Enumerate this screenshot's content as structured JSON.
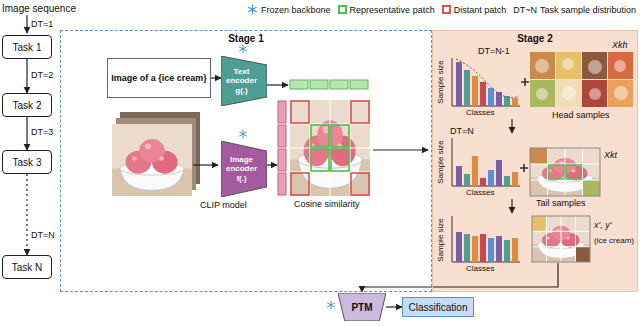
{
  "diagram": {
    "nodes": [
      {
        "text": [
          "Task 1"
        ]
      },
      {
        "text": [
          "Task 2"
        ]
      },
      {
        "text": [
          "Task 3"
        ]
      },
      {
        "text": [
          "Task N"
        ]
      },
      {
        "text": [
          "Stage 1"
        ]
      },
      {
        "text": [
          "Image of a {ice cream}"
        ],
        "in": 4
      },
      {
        "text": [
          "Text encoder g(.)"
        ],
        "in": 4
      },
      {
        "text": [
          "Image encoder f(.)"
        ],
        "in": 4
      },
      {
        "text": [
          "Stage 2"
        ]
      },
      {
        "text": [
          "PTM"
        ]
      },
      {
        "text": [
          "Classification"
        ]
      }
    ],
    "edges": [
      {
        "from": 0,
        "to": 1,
        "arrow": "to"
      },
      {
        "from": 1,
        "to": 2,
        "arrow": "to"
      },
      {
        "from": 2,
        "to": 3,
        "arrow": "to"
      },
      {
        "from": 5,
        "to": 6,
        "arrow": "to"
      },
      {
        "from": 9,
        "to": 10,
        "arrow": "to"
      }
    ],
    "labels": [
      "Image sequence",
      "DT=1",
      "DT=2",
      "DT=3",
      "DT=N",
      "DT~N",
      "CLIP model",
      "Cosine similarity",
      "DT=N-1",
      "Sample size",
      "Classes",
      "Xkh",
      "Head samples",
      "DT=N",
      "Sample size",
      "Classes",
      "Xkt",
      "Tail samples",
      "Sample size",
      "Classes",
      "x', y'",
      "(ice cream)"
    ],
    "legend": [
      {
        "text": "Frozen backbone"
      },
      {
        "text": "Representative patch",
        "color": "#4cc24c"
      },
      {
        "text": "Distant patch",
        "color": "#d9534f"
      },
      {
        "text": "Task sample distribution"
      }
    ]
  }
}
